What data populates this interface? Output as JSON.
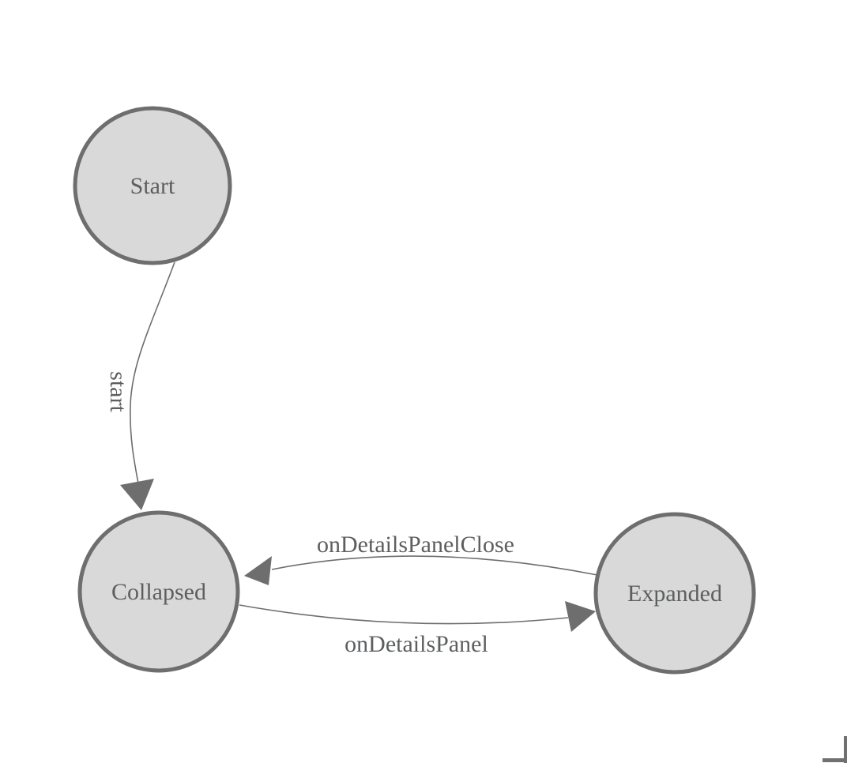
{
  "page": {
    "background": "#ffffff"
  },
  "diagram": {
    "type": "state-machine",
    "nodes": [
      {
        "id": "start",
        "label": "Start"
      },
      {
        "id": "collapsed",
        "label": "Collapsed"
      },
      {
        "id": "expanded",
        "label": "Expanded"
      }
    ],
    "edges": [
      {
        "from": "Start",
        "to": "Collapsed",
        "label": "start"
      },
      {
        "from": "Expanded",
        "to": "Collapsed",
        "label": "onDetailsPanelClose"
      },
      {
        "from": "Collapsed",
        "to": "Expanded",
        "label": "onDetailsPanel"
      }
    ],
    "colors": {
      "node_fill": "#d9d9d9",
      "node_border": "#6e6e6e",
      "edge_line": "#6e6e6e",
      "arrowhead": "#6e6e6e",
      "label_text": "#5d5e60",
      "scrollbar": "#707070"
    }
  }
}
